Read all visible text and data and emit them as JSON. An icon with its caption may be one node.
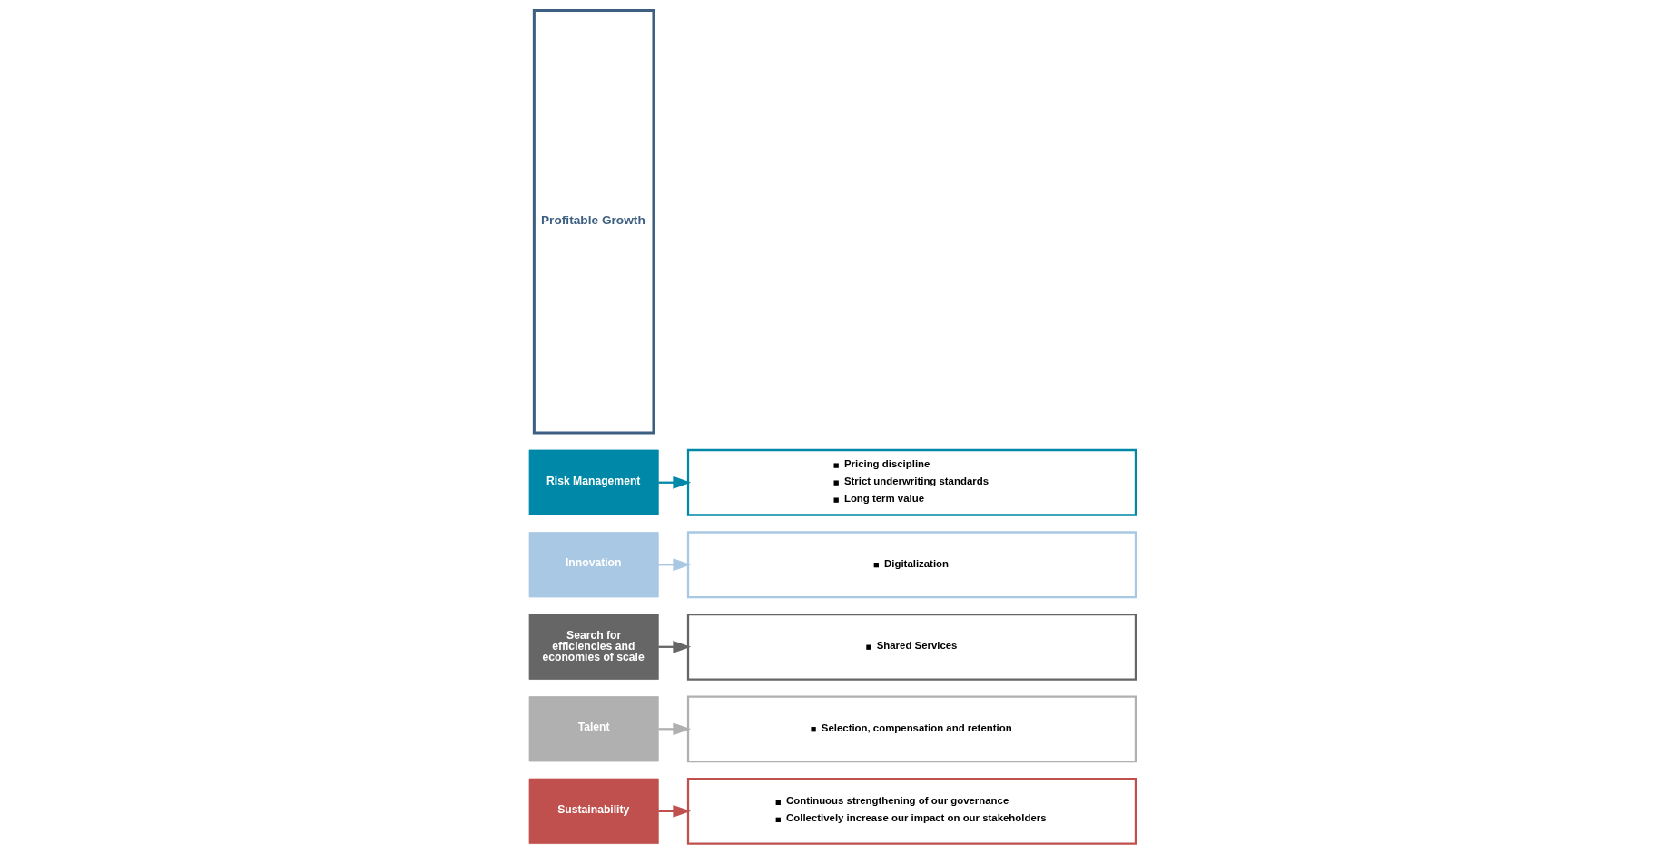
{
  "diagram": {
    "nodes": [
      {
        "text": [
          "Profitable Growth"
        ]
      },
      {
        "text": [
          "Risk Management"
        ]
      },
      {
        "text": [
          "Pricing discipline",
          "Strict underwriting standards",
          "Long term value"
        ]
      },
      {
        "text": [
          "Innovation"
        ]
      },
      {
        "text": [
          "Digitalization"
        ]
      },
      {
        "text": [
          "Search for efficiencies and economies of scale"
        ]
      },
      {
        "text": [
          "Shared Services"
        ]
      },
      {
        "text": [
          "Talent"
        ]
      },
      {
        "text": [
          "Selection, compensation and retention"
        ]
      },
      {
        "text": [
          "Sustainability"
        ]
      },
      {
        "text": [
          "Continuous strengthening of our governance",
          "Collectively increase our impact on our stakeholders"
        ]
      }
    ],
    "edges": [
      {
        "from": 1,
        "to": 2,
        "arrow": "to",
        "color": "#0088a8"
      },
      {
        "from": 3,
        "to": 4,
        "arrow": "to",
        "color": "#a9c8e3"
      },
      {
        "from": 5,
        "to": 6,
        "arrow": "to",
        "color": "#666666"
      },
      {
        "from": 7,
        "to": 8,
        "arrow": "to",
        "color": "#b0b0b0"
      },
      {
        "from": 9,
        "to": 10,
        "arrow": "to",
        "color": "#c0504d"
      }
    ]
  }
}
